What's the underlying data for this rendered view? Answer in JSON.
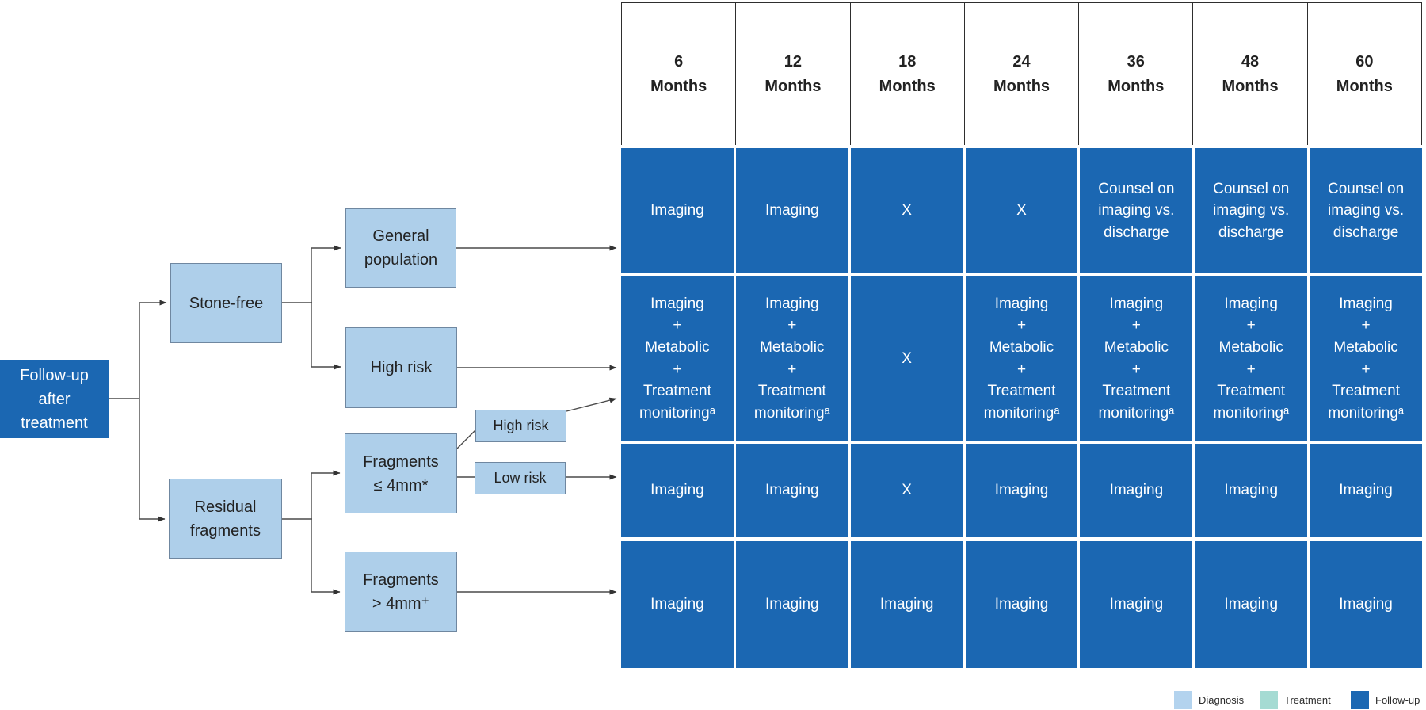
{
  "palette": {
    "followup_fill": "#1b67b2",
    "diagnosis_fill": "#aecfea",
    "treatment_fill": "#a5dbd3",
    "box_border": "#6f87a0",
    "connector_color": "#4a4a4a",
    "header_border": "#2e2e2e",
    "cell_text": "#ffffff",
    "text_dark": "#222222"
  },
  "flowchart": {
    "root_label": "Follow-up\nafter\ntreatment",
    "stone_free": "Stone-free",
    "residual_fragments": "Residual\nfragments",
    "general_population": "General\npopulation",
    "high_risk": "High risk",
    "fragments_small": "Fragments\n≤ 4mm*",
    "fragments_large": "Fragments\n> 4mm⁺",
    "fragments_high_risk": "High risk",
    "fragments_low_risk": "Low risk"
  },
  "table": {
    "headers": [
      "6\nMonths",
      "12\nMonths",
      "18\nMonths",
      "24\nMonths",
      "36\nMonths",
      "48\nMonths",
      "60\nMonths"
    ],
    "rows": [
      [
        "Imaging",
        "Imaging",
        "X",
        "X",
        "Counsel on\nimaging vs.\ndischarge",
        "Counsel on\nimaging vs.\ndischarge",
        "Counsel on\nimaging vs.\ndischarge"
      ],
      [
        "Imaging\n+\nMetabolic\n+\nTreatment\nmonitoringᵃ",
        "Imaging\n+\nMetabolic\n+\nTreatment\nmonitoringᵃ",
        "X",
        "Imaging\n+\nMetabolic\n+\nTreatment\nmonitoringᵃ",
        "Imaging\n+\nMetabolic\n+\nTreatment\nmonitoringᵃ",
        "Imaging\n+\nMetabolic\n+\nTreatment\nmonitoringᵃ",
        "Imaging\n+\nMetabolic\n+\nTreatment\nmonitoringᵃ"
      ],
      [
        "Imaging",
        "Imaging",
        "X",
        "Imaging",
        "Imaging",
        "Imaging",
        "Imaging"
      ],
      [
        "Imaging",
        "Imaging",
        "Imaging",
        "Imaging",
        "Imaging",
        "Imaging",
        "Imaging"
      ]
    ]
  },
  "legend": {
    "items": [
      {
        "label": "Diagnosis",
        "color": "#b3d3ee"
      },
      {
        "label": "Treatment",
        "color": "#a5dbd3"
      },
      {
        "label": "Follow-up",
        "color": "#1b67b2"
      }
    ]
  }
}
